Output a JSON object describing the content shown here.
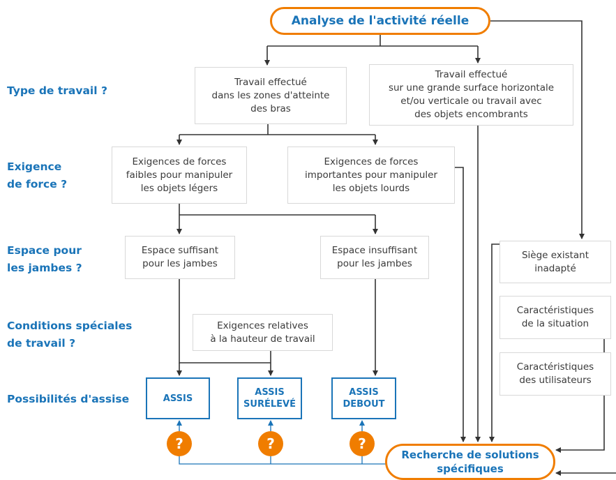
{
  "colors": {
    "accent": "#f07d00",
    "primary": "#1a74b8",
    "text": "#3a3a3a",
    "box_border": "#d8d8d8",
    "line": "#333333"
  },
  "icons": {
    "question": "question-circle-icon"
  },
  "start": "Analyse de l'activité réelle",
  "end": "Recherche de solutions\nspécifiques",
  "left_labels": {
    "type": "Type de travail ?",
    "force": "Exigence\nde force ?",
    "space": "Espace pour\nles jambes ?",
    "conditions": "Conditions spéciales\nde travail ?",
    "seating": "Possibilités d'assise"
  },
  "boxes": {
    "travail_bras": "Travail effectué\ndans les zones d'atteinte\ndes bras",
    "travail_surface": "Travail effectué\nsur une grande surface horizontale\net/ou verticale ou travail avec\ndes objets encombrants",
    "forces_faibles": "Exigences de forces\nfaibles pour manipuler\nles objets légers",
    "forces_importantes": "Exigences de forces\nimportantes pour manipuler\nles objets lourds",
    "espace_suffisant": "Espace suffisant\npour les jambes",
    "espace_insuffisant": "Espace insuffisant\npour les jambes",
    "hauteur": "Exigences relatives\nà la hauteur de travail",
    "siege": "Siège existant\ninadapté",
    "situation": "Caractéristiques\nde la situation",
    "utilisateurs": "Caractéristiques\ndes utilisateurs"
  },
  "seating": {
    "assis": "ASSIS",
    "sureleve": "ASSIS\nSURÉLEVÉ",
    "debout": "ASSIS\nDEBOUT"
  },
  "question_mark": "?"
}
